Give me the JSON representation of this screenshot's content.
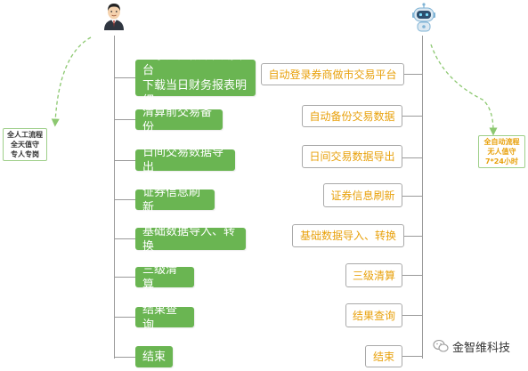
{
  "manual_side": {
    "note_lines": [
      "全人工流程",
      "全天值守",
      "专人专岗"
    ],
    "steps": [
      [
        "登录券商做市交易平台",
        "下载当日财务报表明细"
      ],
      [
        "清算前交易备份"
      ],
      [
        "日间交易数据导出"
      ],
      [
        "证券信息刷新"
      ],
      [
        "基础数据导入、转换"
      ],
      [
        "三级清算"
      ],
      [
        "结果查询"
      ],
      [
        "结束"
      ]
    ]
  },
  "auto_side": {
    "note_lines": [
      "全自动流程",
      "无人值守",
      "7*24小时"
    ],
    "steps": [
      "自动登录券商做市交易平台",
      "自动备份交易数据",
      "日间交易数据导出",
      "证券信息刷新",
      "基础数据导入、转换",
      "三级清算",
      "结果查询",
      "结束"
    ]
  },
  "watermark": {
    "text": "金智维科技",
    "icon": "wechat-icon"
  },
  "colors": {
    "manual_step": "#6ab552",
    "auto_text": "#e8a10c",
    "connector": "#9a9a9a",
    "dashed_arrow": "#8cc870"
  }
}
